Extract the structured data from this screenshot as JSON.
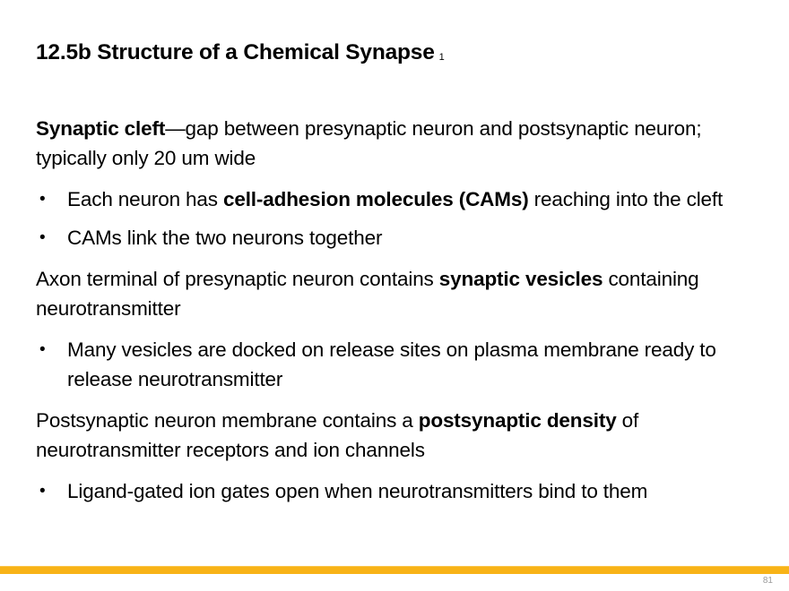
{
  "slide": {
    "title": "12.5b Structure of a Chemical Synapse",
    "title_superscript": "1",
    "page_number": "81",
    "accent_color": "#f8b317",
    "bullet_glyph": "•",
    "blocks": [
      {
        "kind": "paragraph",
        "name": "paragraph-synaptic-cleft",
        "lead": "Synaptic cleft",
        "rest": "—gap between presynaptic neuron and postsynaptic neuron; typically only 20 um wide"
      },
      {
        "kind": "bullet",
        "name": "bullet-cell-adhesion-molecules",
        "pre": "Each neuron has ",
        "emphasis": "cell-adhesion molecules (CAMs)",
        "post": " reaching into the cleft"
      },
      {
        "kind": "bullet",
        "name": "bullet-cams-link-neurons",
        "pre": "CAMs link the two neurons together",
        "emphasis": "",
        "post": ""
      },
      {
        "kind": "paragraph",
        "name": "paragraph-axon-terminal",
        "pre": "Axon terminal of presynaptic neuron contains ",
        "emphasis": "synaptic vesicles",
        "post": " containing neurotransmitter"
      },
      {
        "kind": "bullet",
        "name": "bullet-vesicles-docked",
        "pre": "Many vesicles are docked on release sites on plasma membrane ready to release neurotransmitter",
        "emphasis": "",
        "post": ""
      },
      {
        "kind": "paragraph",
        "name": "paragraph-postsynaptic-density",
        "pre": "Postsynaptic neuron membrane contains a ",
        "emphasis": "postsynaptic density",
        "post": " of neurotransmitter receptors and ion channels"
      },
      {
        "kind": "bullet",
        "name": "bullet-ligand-gated-ion-gates",
        "pre": "Ligand-gated ion gates open when neurotransmitters bind to them",
        "emphasis": "",
        "post": ""
      }
    ]
  }
}
